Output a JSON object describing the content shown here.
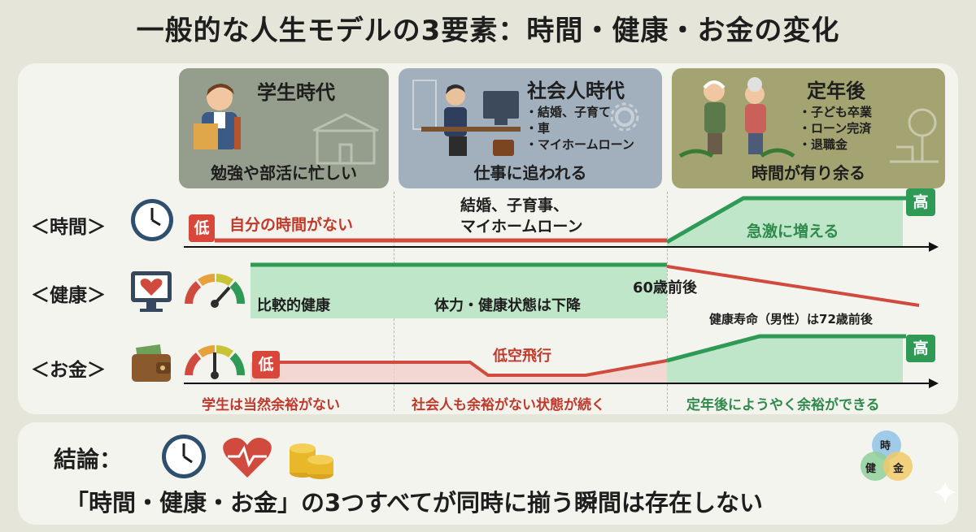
{
  "title": "一般的な人生モデルの3要素：時間・健康・お金の変化",
  "phases": {
    "student": {
      "title": "学生時代",
      "caption": "勉強や部活に忙しい",
      "bg": "#959d8c",
      "bullets": []
    },
    "worker": {
      "title": "社会人時代",
      "caption": "仕事に追われる",
      "bg": "#a2b0bd",
      "bullets": [
        "結婚、子育て",
        "車",
        "マイホームローン"
      ]
    },
    "retire": {
      "title": "定年後",
      "caption": "時間が有り余る",
      "bg": "#a3a471",
      "bullets": [
        "子ども卒業",
        "ローン完済",
        "退職金"
      ]
    }
  },
  "rows": {
    "time": {
      "label": "＜時間＞",
      "low_badge": "低",
      "high_badge": "高",
      "note_left": "自分の時間がない",
      "note_mid": [
        "結婚、子育事、",
        "マイホームローン"
      ],
      "note_right": "急激に増える"
    },
    "health": {
      "label": "＜健康＞",
      "note_left": "比較的健康",
      "note_mid": "体力・健康状態は下降",
      "note_60": "60歳前後",
      "note_life": "健康寿命（男性）は72歳前後"
    },
    "money": {
      "label": "＜お金＞",
      "low_badge": "低",
      "high_badge": "高",
      "note_mid": "低空飛行",
      "cap_left": "学生は当然余裕がない",
      "cap_mid": "社会人も余裕がない状態が続く",
      "cap_right": "定年後にようやく余裕ができる"
    }
  },
  "conclusion": {
    "label": "結論：",
    "text": "「時間・健康・お金」の3つすべてが同時に揃う瞬間は存在しない",
    "venn": [
      "時",
      "健",
      "金"
    ]
  },
  "colors": {
    "red": "#d14a3e",
    "green": "#2f9a55",
    "green_fill": "#bfe6c8",
    "red_fill": "#f3cfca",
    "badge_red": "#d9473b",
    "badge_green": "#2f9a55"
  },
  "chart_data": {
    "type": "line",
    "phases": [
      "学生時代",
      "社会人時代",
      "定年後"
    ],
    "series": [
      {
        "name": "時間",
        "levels": [
          "低",
          "低",
          "高"
        ]
      },
      {
        "name": "健康",
        "levels": [
          "高",
          "高",
          "下降"
        ]
      },
      {
        "name": "お金",
        "levels": [
          "低",
          "低",
          "高"
        ]
      }
    ]
  }
}
